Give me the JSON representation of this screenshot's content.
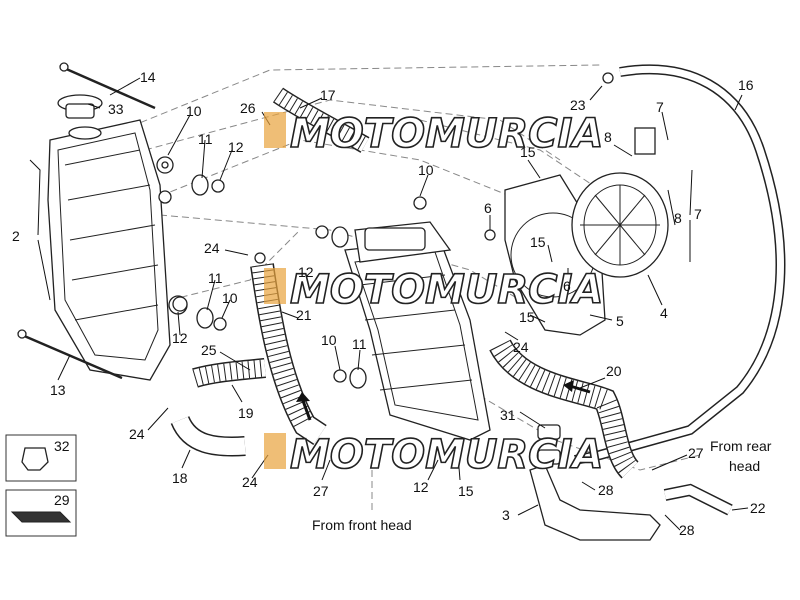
{
  "watermark": {
    "text": "MOTOMURCIA"
  },
  "captions": {
    "front_head": "From front head",
    "rear_head_line1": "From rear",
    "rear_head_line2": "head"
  },
  "callouts": {
    "c14": "14",
    "c33": "33",
    "c2": "2",
    "c13": "13",
    "c10a": "10",
    "c26": "26",
    "c17": "17",
    "c11a": "11",
    "c12a": "12",
    "c24a": "24",
    "c12b": "12",
    "c21": "21",
    "c11b": "11",
    "c10b": "10",
    "c12c": "12",
    "c25": "25",
    "c19": "19",
    "c24b": "24",
    "c18": "18",
    "c24c": "24",
    "c27a": "27",
    "c10c": "10",
    "c11c": "11",
    "c12d": "12",
    "c15a": "15",
    "c10d": "10",
    "c15b": "15",
    "c6a": "6",
    "c15c": "15",
    "c6b": "6",
    "c15d": "15",
    "c5": "5",
    "c24d": "24",
    "c23": "23",
    "c16": "16",
    "c7a": "7",
    "c8a": "8",
    "c8b": "8",
    "c7b": "7",
    "c4": "4",
    "c20": "20",
    "c31": "31",
    "c27b": "27",
    "c28a": "28",
    "c3": "3",
    "c28b": "28",
    "c22": "22",
    "c32": "32",
    "c29": "29"
  }
}
